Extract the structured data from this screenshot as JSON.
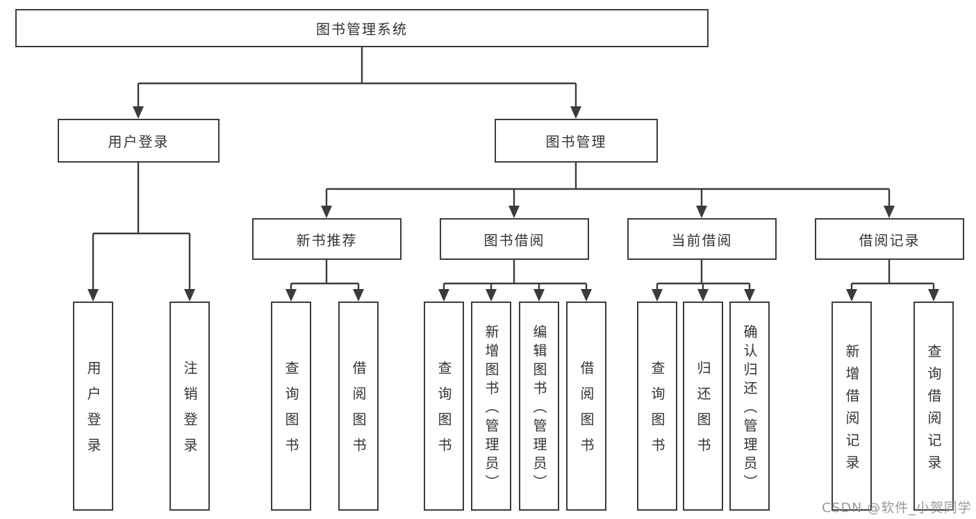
{
  "tree": {
    "root": "图书管理系统",
    "branches": [
      {
        "label": "用户登录",
        "children": [
          "用户登录",
          "注销登录"
        ]
      },
      {
        "label": "图书管理",
        "sections": [
          {
            "label": "新书推荐",
            "children": [
              "查询图书",
              "借阅图书"
            ]
          },
          {
            "label": "图书借阅",
            "children": [
              "查询图书",
              "新增图书（管理员）",
              "编辑图书（管理员）",
              "借阅图书"
            ]
          },
          {
            "label": "当前借阅",
            "children": [
              "查询图书",
              "归还图书",
              "确认归还（管理员）"
            ]
          },
          {
            "label": "借阅记录",
            "children": [
              "新增借阅记录",
              "查询借阅记录"
            ]
          }
        ]
      }
    ]
  },
  "watermark": "CSDN @软件_小贺同学",
  "colors": {
    "line": "#3b3b3b",
    "text": "#333333",
    "watermark": "#878787",
    "background": "#ffffff"
  }
}
